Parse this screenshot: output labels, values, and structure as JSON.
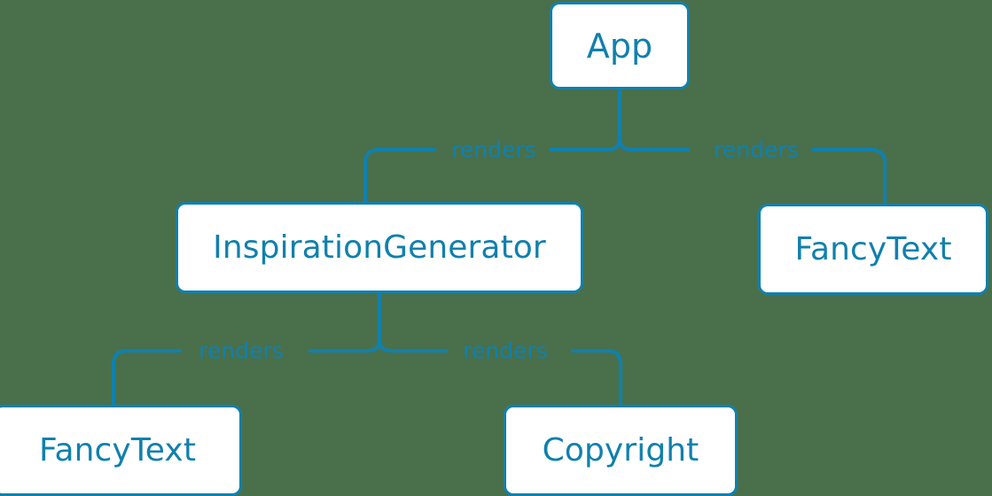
{
  "diagram": {
    "type": "component-tree",
    "background_color": "#49704b",
    "accent_color": "#1180ad",
    "node_fill_color": "#ffffff",
    "nodes": [
      {
        "id": "app",
        "label": "App"
      },
      {
        "id": "inspiration",
        "label": "InspirationGenerator"
      },
      {
        "id": "fancytext-right",
        "label": "FancyText"
      },
      {
        "id": "fancytext-left",
        "label": "FancyText"
      },
      {
        "id": "copyright",
        "label": "Copyright"
      }
    ],
    "edges": [
      {
        "from": "app",
        "to": "inspiration",
        "label": "renders"
      },
      {
        "from": "app",
        "to": "fancytext-right",
        "label": "renders"
      },
      {
        "from": "inspiration",
        "to": "fancytext-left",
        "label": "renders"
      },
      {
        "from": "inspiration",
        "to": "copyright",
        "label": "renders"
      }
    ]
  }
}
